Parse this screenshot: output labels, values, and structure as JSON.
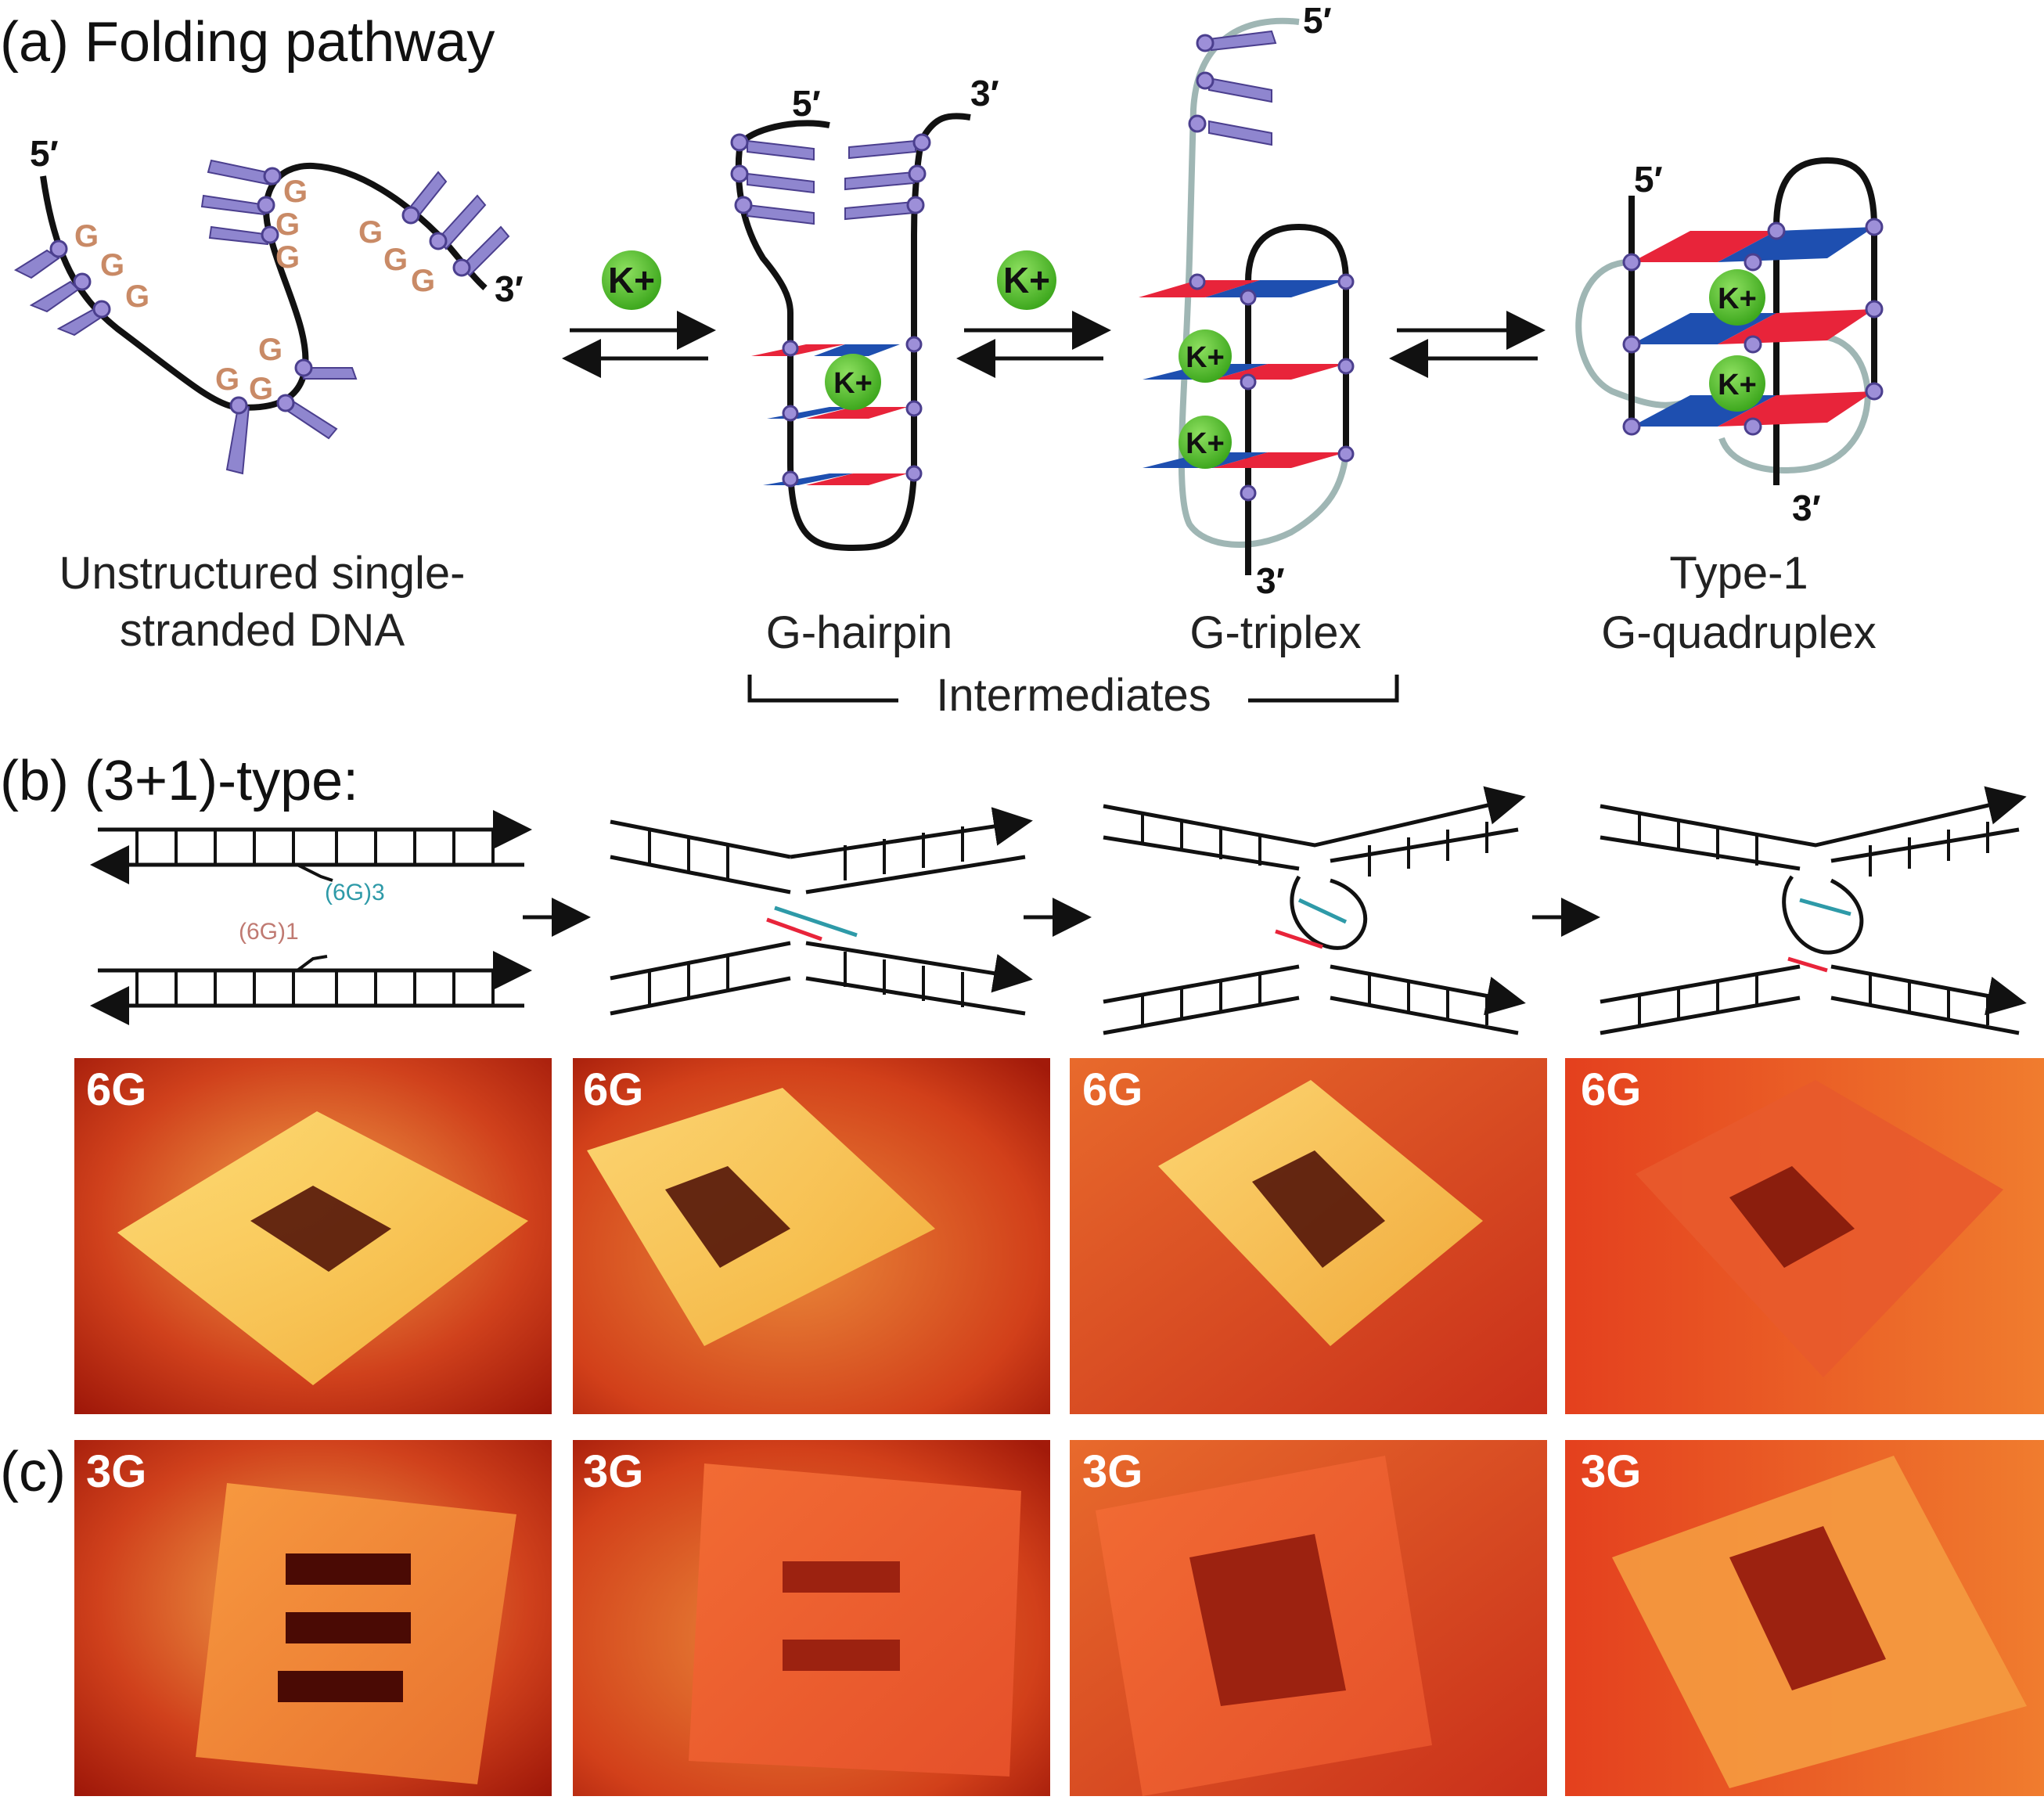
{
  "panels": {
    "a": {
      "title": "(a) Folding pathway"
    },
    "b": {
      "title": "(b) (3+1)-type:"
    },
    "c": {
      "title": "(c)"
    }
  },
  "strand_ends": {
    "five": "5′",
    "three": "3′"
  },
  "guanine": "G",
  "ion": "K+",
  "stages": {
    "unstructured_line1": "Unstructured single-",
    "unstructured_line2": "stranded DNA",
    "hairpin": "G-hairpin",
    "triplex": "G-triplex",
    "quadruplex_line1": "Type-1",
    "quadruplex_line2": "G-quadruplex",
    "intermediates": "Intermediates"
  },
  "sequences": {
    "seq_a": "(6G)3",
    "seq_b": "(6G)1"
  },
  "afm_rows": {
    "row_b_label": "6G",
    "row_c_label": "3G"
  },
  "colors": {
    "tetrad_red": "#e8243a",
    "tetrad_blue": "#1e4fb0",
    "base_purple": "#8f86cf",
    "node_purple": "#9d8fd8",
    "ion_green": "#5bc236",
    "loop_grey": "#9fb6b4",
    "seq_teal": "#2e9aa8",
    "seq_red": "#c07a72"
  }
}
